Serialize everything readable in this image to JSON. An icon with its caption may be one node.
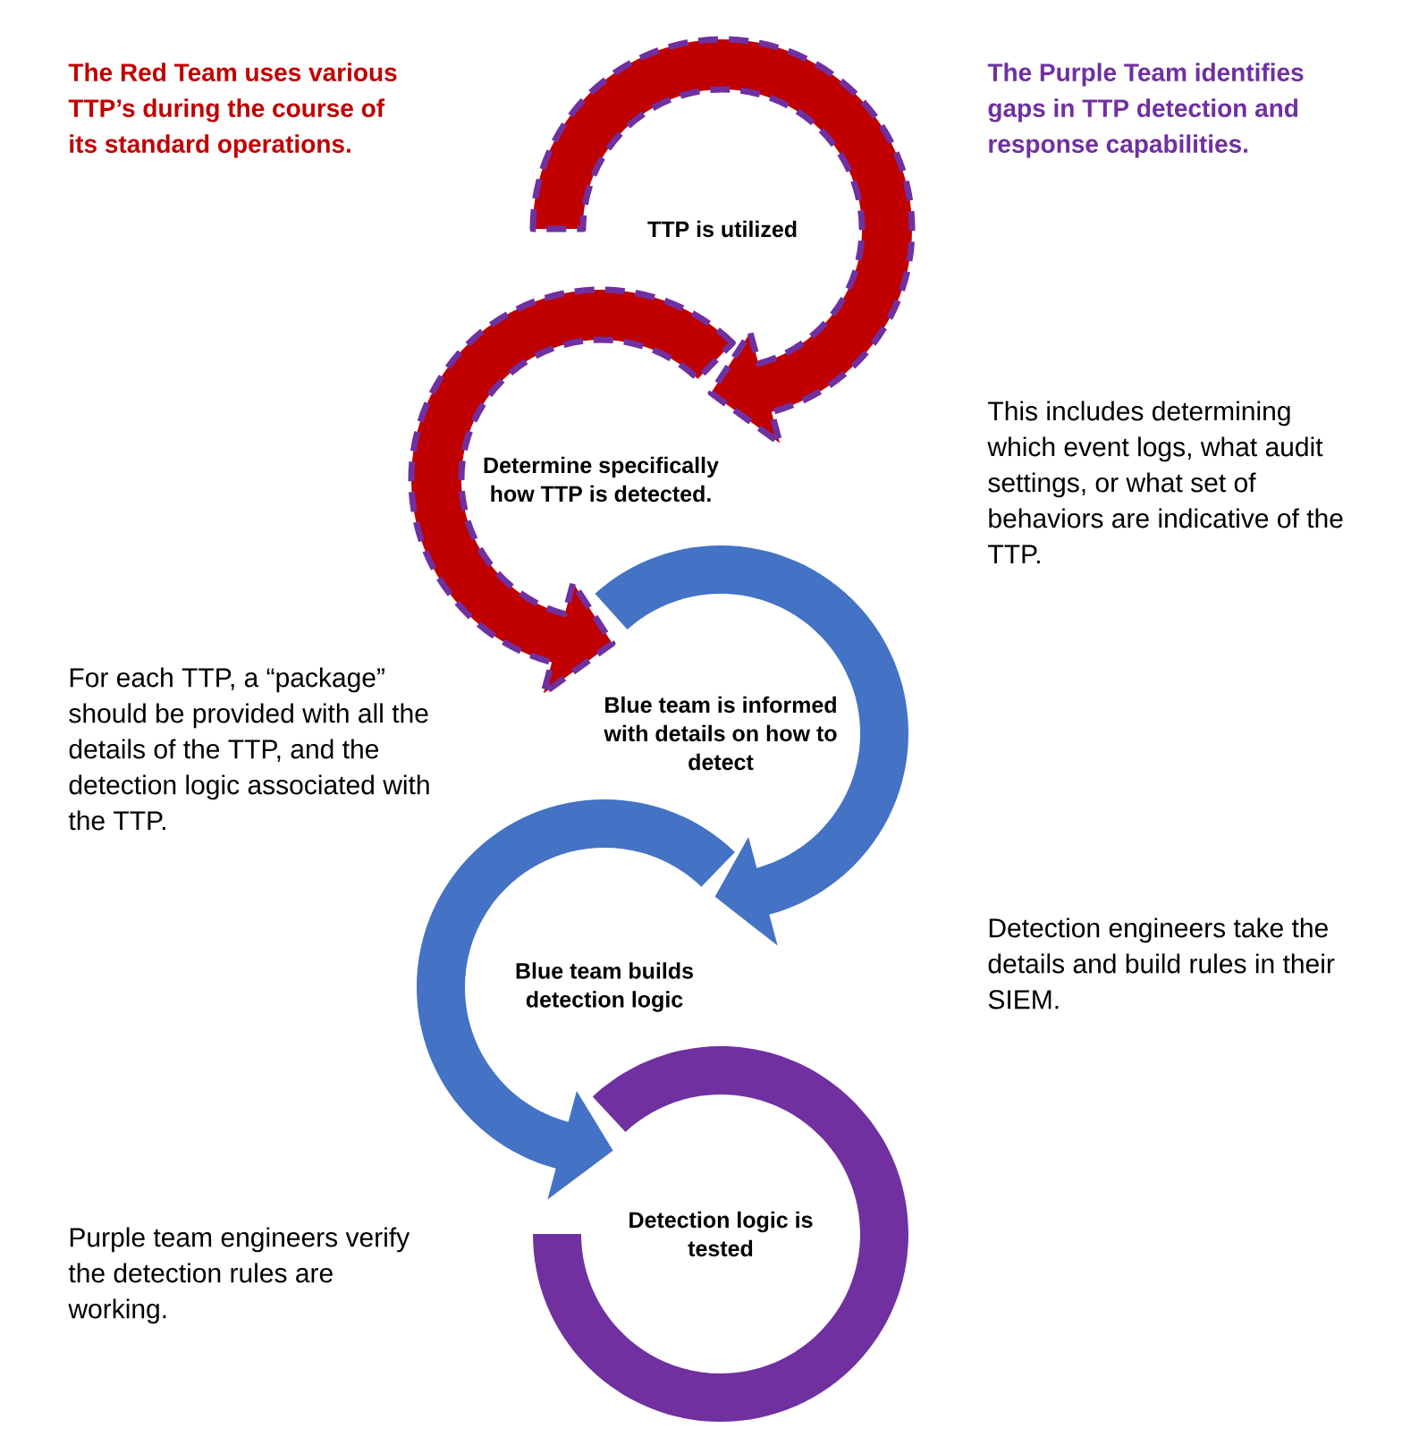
{
  "diagram": {
    "nodes": [
      {
        "text": [
          "TTP is utilized"
        ]
      },
      {
        "text": [
          "Determine specifically how TTP is detected."
        ]
      },
      {
        "text": [
          "Blue team is informed with details on how to detect"
        ]
      },
      {
        "text": [
          "Blue team builds detection logic"
        ]
      },
      {
        "text": [
          "Detection logic is tested"
        ]
      }
    ],
    "edges": [
      {
        "from": 0,
        "to": 1,
        "arrow": "to",
        "style": "dashed",
        "color": "#c00000"
      },
      {
        "from": 1,
        "to": 2,
        "arrow": "to",
        "style": "dashed",
        "color": "#c00000"
      },
      {
        "from": 2,
        "to": 3,
        "arrow": "to",
        "color": "#4472c4"
      },
      {
        "from": 3,
        "to": 4,
        "arrow": "to",
        "color": "#4472c4"
      }
    ],
    "labels": [
      "The Red Team uses various TTP’s during the course of its standard operations.",
      "The Purple Team identifies gaps in TTP detection and response capabilities.",
      "This includes determining which event logs, what audit settings, or what set of behaviors are indicative of the TTP.",
      "For each TTP, a “package” should be provided with all the details of the TTP, and the detection logic associated with the TTP.",
      "Detection engineers take the details and build rules in their SIEM.",
      "Purple team engineers verify the detection rules are working."
    ]
  }
}
